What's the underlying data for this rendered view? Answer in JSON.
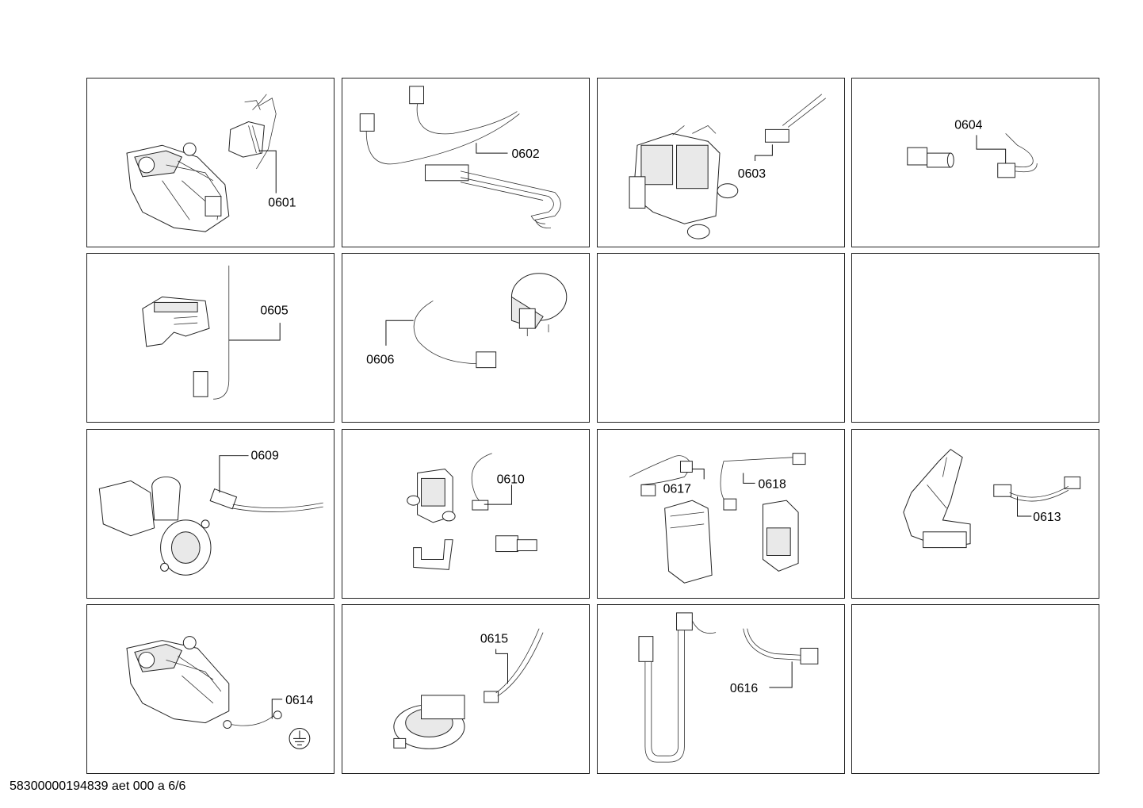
{
  "footer": {
    "text": "58300000194839 aet 000 a 6/6"
  },
  "panels": [
    {
      "labels": [
        "0601"
      ]
    },
    {
      "labels": [
        "0602"
      ]
    },
    {
      "labels": [
        "0603"
      ]
    },
    {
      "labels": [
        "0604"
      ]
    },
    {
      "labels": [
        "0605"
      ]
    },
    {
      "labels": [
        "0606"
      ]
    },
    {
      "labels": []
    },
    {
      "labels": []
    },
    {
      "labels": [
        "0609"
      ]
    },
    {
      "labels": [
        "0610"
      ]
    },
    {
      "labels": [
        "0617",
        "0618"
      ]
    },
    {
      "labels": [
        "0613"
      ]
    },
    {
      "labels": [
        "0614"
      ]
    },
    {
      "labels": [
        "0615"
      ]
    },
    {
      "labels": [
        "0616"
      ]
    },
    {
      "labels": []
    }
  ]
}
